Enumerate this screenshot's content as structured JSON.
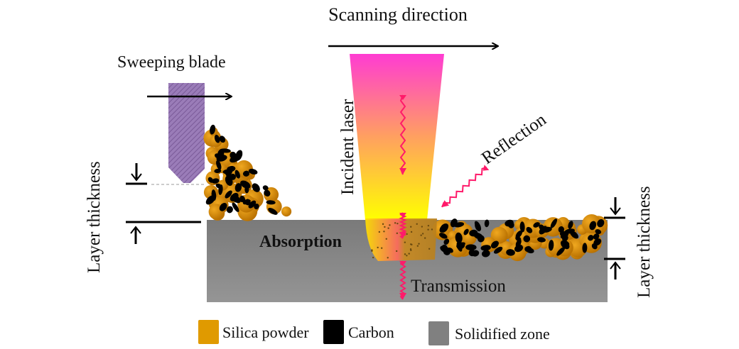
{
  "labels": {
    "scanning_direction": "Scanning direction",
    "sweeping_blade": "Sweeping blade",
    "layer_thickness_left": "Layer thickness",
    "layer_thickness_right": "Layer thickness",
    "incident_laser": "Incident laser",
    "reflection": "Reflection",
    "absorption": "Absorption",
    "transmission": "Transmission"
  },
  "legend": [
    {
      "label": "Silica powder",
      "color": "#e09a00"
    },
    {
      "label": "Carbon",
      "color": "#000000"
    },
    {
      "label": "Solidified zone",
      "color": "#808080"
    }
  ],
  "colors": {
    "blade": "#8a6aa8",
    "laser_top": "#ff3cd2",
    "laser_bottom": "#ffff00",
    "beam_arrow": "#ff1a6a",
    "substrate": "#858585"
  }
}
